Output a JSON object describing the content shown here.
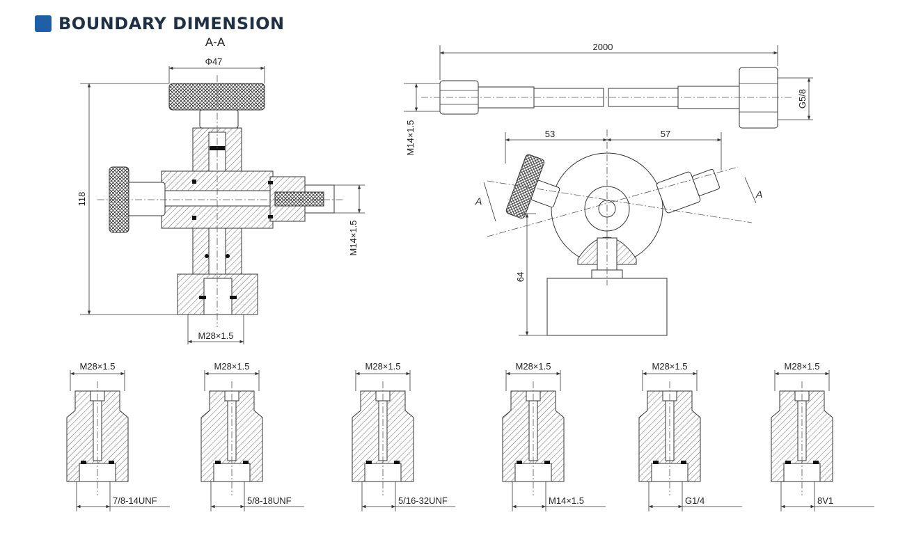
{
  "header": {
    "title": "BOUNDARY DIMENSION",
    "accent_color": "#1f5fa8"
  },
  "section_view": {
    "label": "A-A",
    "phi47": "Φ47",
    "height118": "118",
    "m14_side": "M14×1.5",
    "m28_bottom": "M28×1.5"
  },
  "hose_view": {
    "length": "2000",
    "g58": "G5/8",
    "m14": "M14×1.5"
  },
  "top_view": {
    "left_dim": "53",
    "right_dim": "57",
    "height64": "64",
    "section_mark_left": "A",
    "section_mark_right": "A"
  },
  "adapters": [
    {
      "top": "M28×1.5",
      "bottom": "7/8-14UNF"
    },
    {
      "top": "M28×1.5",
      "bottom": "5/8-18UNF"
    },
    {
      "top": "M28×1.5",
      "bottom": "5/16-32UNF"
    },
    {
      "top": "M28×1.5",
      "bottom": "M14×1.5"
    },
    {
      "top": "M28×1.5",
      "bottom": "G1/4"
    },
    {
      "top": "M28×1.5",
      "bottom": "8V1"
    }
  ]
}
